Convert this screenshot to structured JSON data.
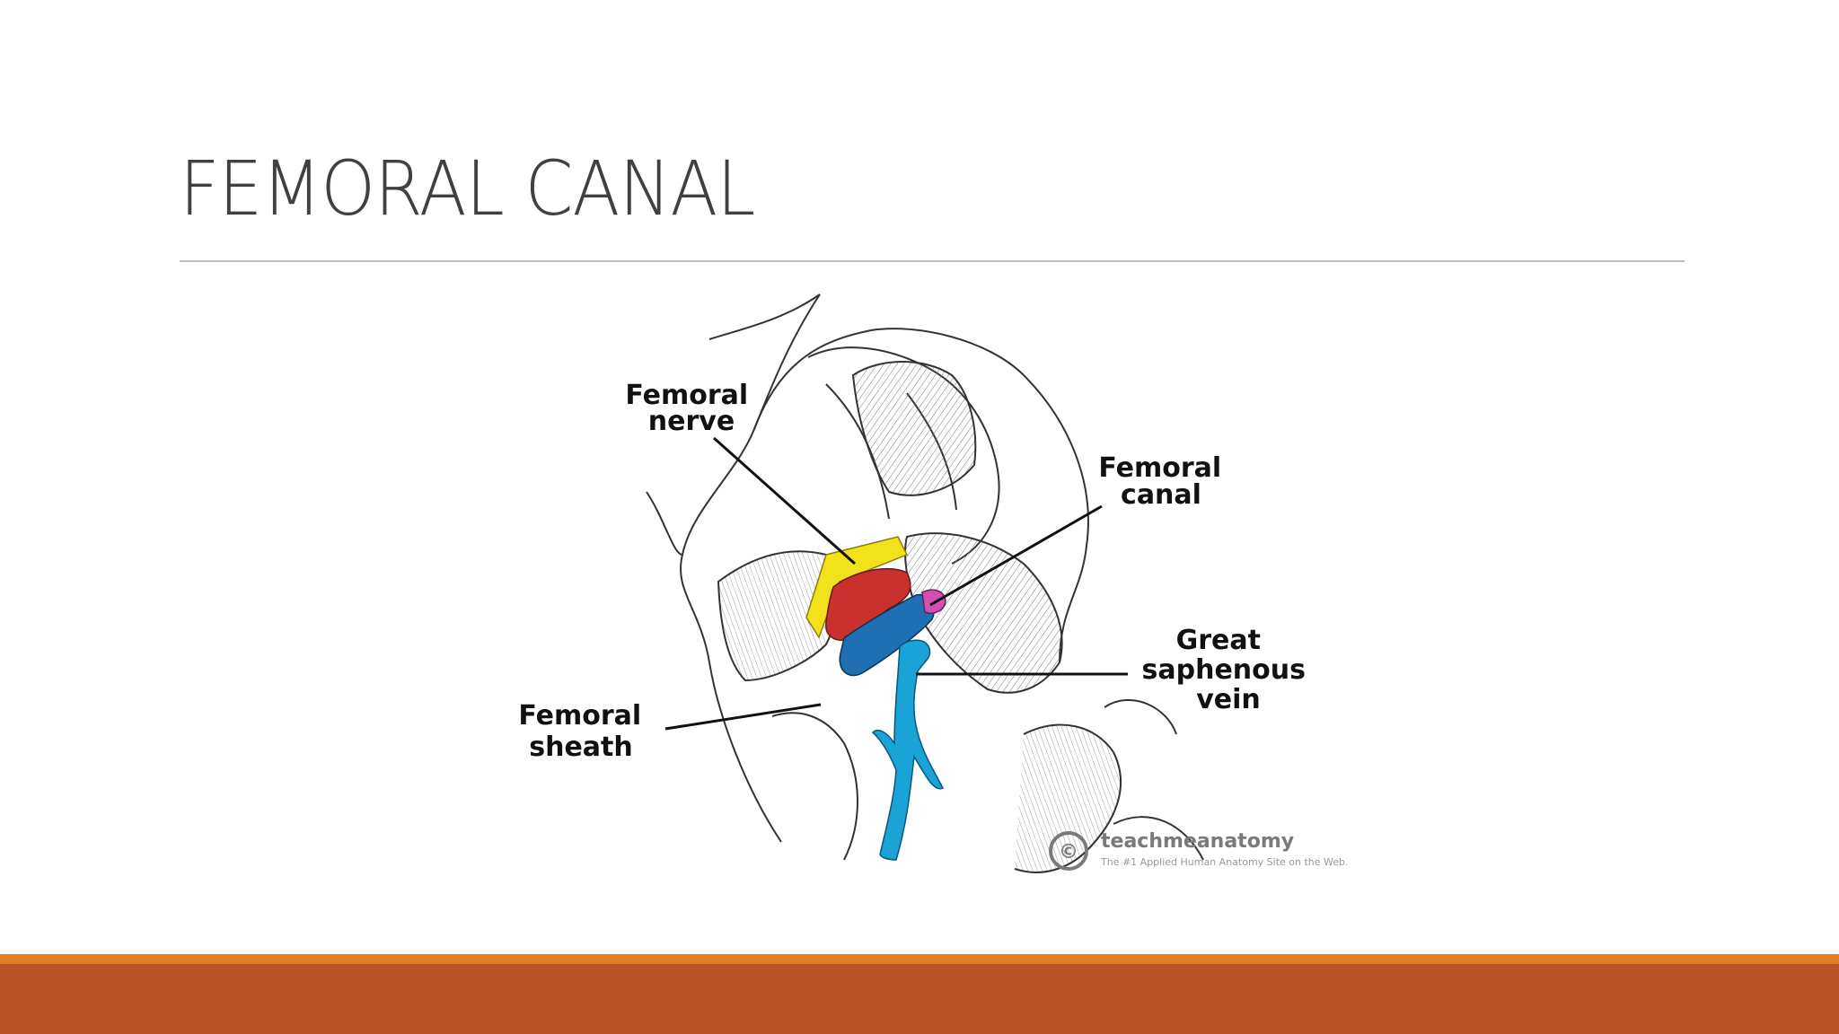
{
  "slide": {
    "title": "FEMORAL CANAL"
  },
  "diagram": {
    "labels": {
      "femoral_nerve": [
        "Femoral",
        "nerve"
      ],
      "femoral_canal": [
        "Femoral",
        "canal"
      ],
      "great_saphenous_vein": [
        "Great",
        "saphenous",
        "vein"
      ],
      "femoral_sheath": [
        "Femoral",
        "sheath"
      ]
    },
    "watermark": {
      "symbol": "©",
      "name": "teachmeanatomy",
      "tagline": "The #1 Applied Human Anatomy Site on the Web."
    },
    "colors": {
      "nerve": "#f2e21b",
      "artery": "#c8312e",
      "vein": "#1f6fb2",
      "canal": "#d34fb3",
      "saphenous_vein": "#1aa3d6"
    }
  },
  "theme": {
    "accent_stripe": "#e27d21",
    "footer_bar": "#bb5429",
    "title_color": "#404040"
  }
}
